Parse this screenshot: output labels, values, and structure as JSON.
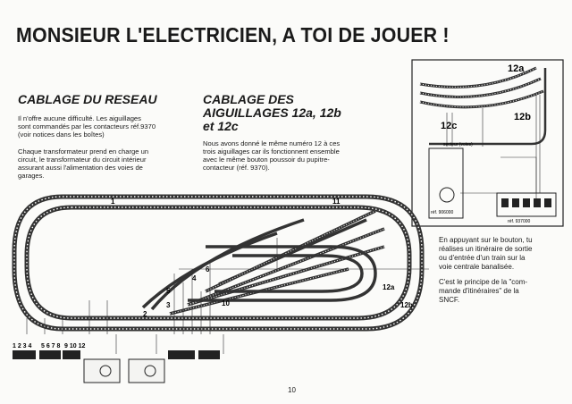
{
  "title": "MONSIEUR L'ELECTRICIEN, A TOI DE JOUER !",
  "section_reseau": {
    "heading": "CABLAGE DU RESEAU",
    "p1": [
      "Il n'offre aucune difficulté. Les aiguillages",
      "sont commandés par les contacteurs réf.9370",
      "(voir notices dans les boîtes)"
    ],
    "p2": [
      "Chaque transformateur prend en charge un",
      "circuit, le transformateur du circuit intérieur",
      "assurant aussi l'alimentation des voies de",
      "garages."
    ]
  },
  "section_aiguillages": {
    "heading_lines": [
      "CABLAGE DES",
      "AIGUILLAGES 12a, 12b",
      "et 12c"
    ],
    "p1": [
      "Nous avons donné le même numéro 12 à ces",
      "trois aiguillages car ils fonctionnent ensemble",
      "avec le même bouton poussoir du pupitre-",
      "contacteur (réf. 9370)."
    ]
  },
  "right_text": {
    "p1": [
      "En appuyant sur le bouton, tu",
      "réalises un itinéraire de sortie",
      "ou d'entrée d'un train sur la",
      "voie centrale banalisée."
    ],
    "p2": [
      "C'est le principe de la \"com-",
      "mande d'itinéraires\" de la",
      "SNCF."
    ]
  },
  "inset_labels": {
    "a": "12a",
    "b": "12b",
    "c": "12c",
    "secteur": "secteur (voies)",
    "ref_transfo": "réf. 906000",
    "ref_contact": "réf. 937000"
  },
  "layout_labels": {
    "n1": "1",
    "n2": "2",
    "n3": "3",
    "n4": "4",
    "n5": "5",
    "n6": "6",
    "n10": "10",
    "n11": "11",
    "n12a": "12a",
    "n12b": "12b",
    "contacts_left": "1 2 3 4",
    "contacts_mid": "5 6 7 8",
    "contacts_right": "9 10 12"
  },
  "page_number": "10"
}
